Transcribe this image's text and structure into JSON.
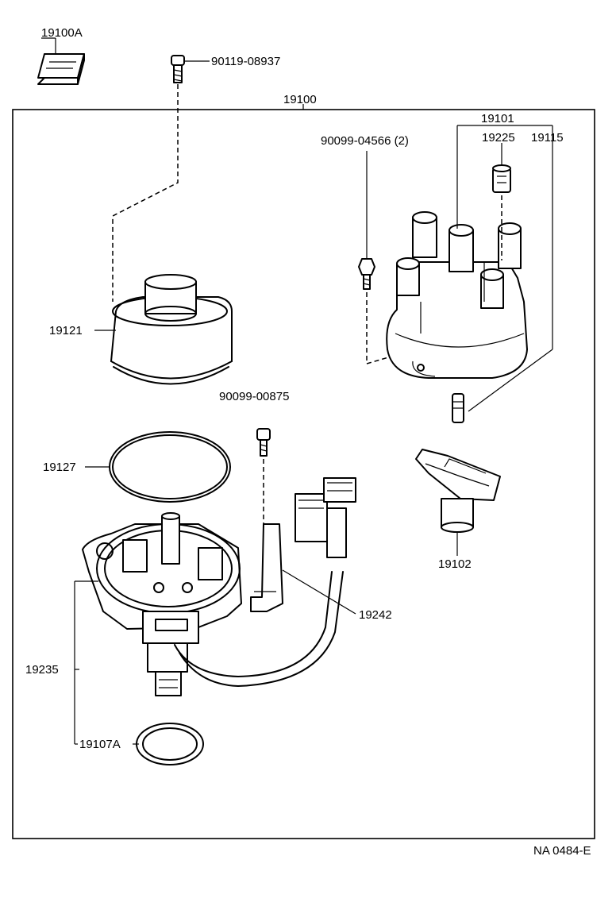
{
  "labels": {
    "p19100A": "19100A",
    "p90119": "90119-08937",
    "p19100": "19100",
    "p19101": "19101",
    "p90099_04566": "90099-04566 (2)",
    "p19225": "19225",
    "p19115": "19115",
    "p19121": "19121",
    "p90099_00875": "90099-00875",
    "p19127": "19127",
    "p19102": "19102",
    "p19242": "19242",
    "p19235": "19235",
    "p19107A": "19107A",
    "ref": "NA 0484-E"
  }
}
